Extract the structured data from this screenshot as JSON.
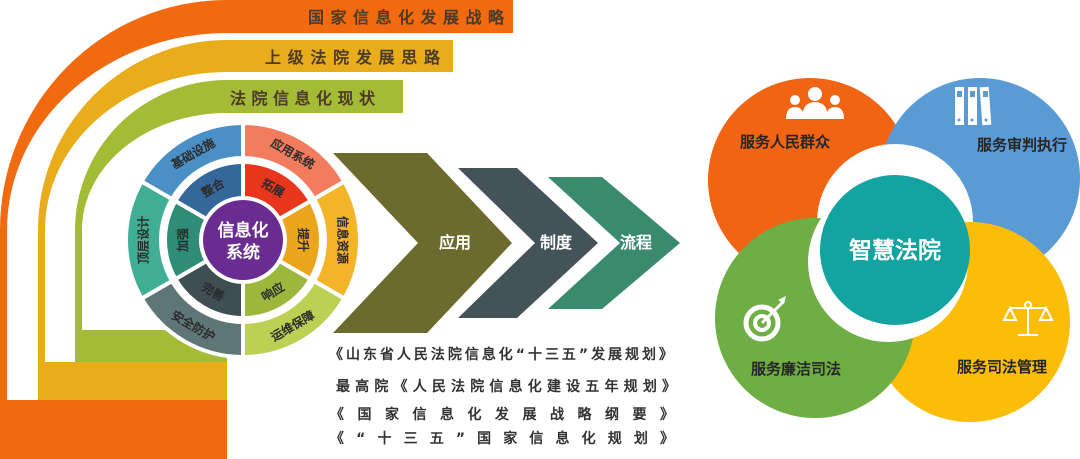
{
  "bands": [
    {
      "label": "国家信息化发展战略",
      "color": "#f26a10"
    },
    {
      "label": "上级法院发展思路",
      "color": "#e9ad1b"
    },
    {
      "label": "法院信息化现状",
      "color": "#a4bb35"
    }
  ],
  "wheel": {
    "center_lines": [
      "信息化",
      "系统"
    ],
    "center_color": "#6a2c91",
    "outer": [
      {
        "label": "应用系统",
        "color": "#f47c5e"
      },
      {
        "label": "信息资源",
        "color": "#f4b42a"
      },
      {
        "label": "运维保障",
        "color": "#bcd153"
      },
      {
        "label": "安全防护",
        "color": "#5f7677"
      },
      {
        "label": "顶层设计",
        "color": "#3fae94"
      },
      {
        "label": "基础设施",
        "color": "#4a8fc6"
      }
    ],
    "inner": [
      {
        "label": "拓展",
        "color": "#e8361d"
      },
      {
        "label": "提升",
        "color": "#eba51d"
      },
      {
        "label": "响应",
        "color": "#9cb83c"
      },
      {
        "label": "完善",
        "color": "#3f4f51"
      },
      {
        "label": "加强",
        "color": "#2e8c77"
      },
      {
        "label": "整合",
        "color": "#34689b"
      }
    ]
  },
  "steps": [
    {
      "label": "应用",
      "color": "#6c6b2d"
    },
    {
      "label": "制度",
      "color": "#435357"
    },
    {
      "label": "流程",
      "color": "#3a8b6e"
    }
  ],
  "references": [
    "《山东省人民法院信息化“十三五”发展规划》",
    "最高院《人民法院信息化建设五年规划》",
    "《国家信息化发展战略纲要》",
    "《“十三五”国家信息化规划》"
  ],
  "smart_court": {
    "center": "智慧法院",
    "center_color": "#13a3a1",
    "petals": [
      {
        "label": "服务人民群众",
        "color": "#f06414",
        "icon": "people-icon"
      },
      {
        "label": "服务审判执行",
        "color": "#5b9bd5",
        "icon": "binders-icon"
      },
      {
        "label": "服务廉洁司法",
        "color": "#6fae44",
        "icon": "target-icon"
      },
      {
        "label": "服务司法管理",
        "color": "#fbbd08",
        "icon": "scales-icon"
      }
    ]
  }
}
